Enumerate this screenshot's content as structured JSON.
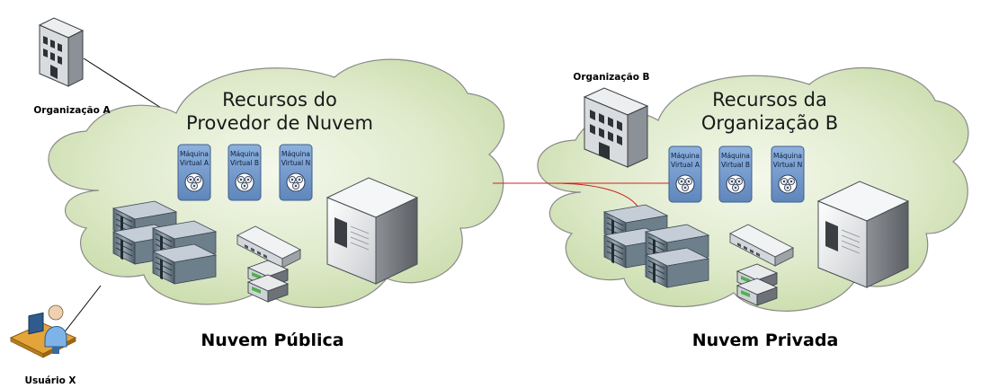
{
  "public_cloud": {
    "title_line1": "Recursos do",
    "title_line2": "Provedor de Nuvem",
    "name": "Nuvem Pública",
    "vms": [
      {
        "line1": "Máquina",
        "line2": "Virtual A"
      },
      {
        "line1": "Máquina",
        "line2": "Virtual B"
      },
      {
        "line1": "Máquina",
        "line2": "Virtual N"
      }
    ]
  },
  "private_cloud": {
    "title_line1": "Recursos da",
    "title_line2": "Organização B",
    "name": "Nuvem Privada",
    "vms": [
      {
        "line1": "Máquina",
        "line2": "Virtual A"
      },
      {
        "line1": "Máquina",
        "line2": "Virtual B"
      },
      {
        "line1": "Máquina",
        "line2": "Virtual N"
      }
    ]
  },
  "actors": {
    "org_a": "Organização A",
    "org_b": "Organização B",
    "user_x": "Usuário X"
  },
  "colors": {
    "cloud_fill": "#dbe8c4",
    "cloud_stroke": "#8a8a8a",
    "vm_fill": "#6f97c9",
    "link": "#d22020"
  }
}
